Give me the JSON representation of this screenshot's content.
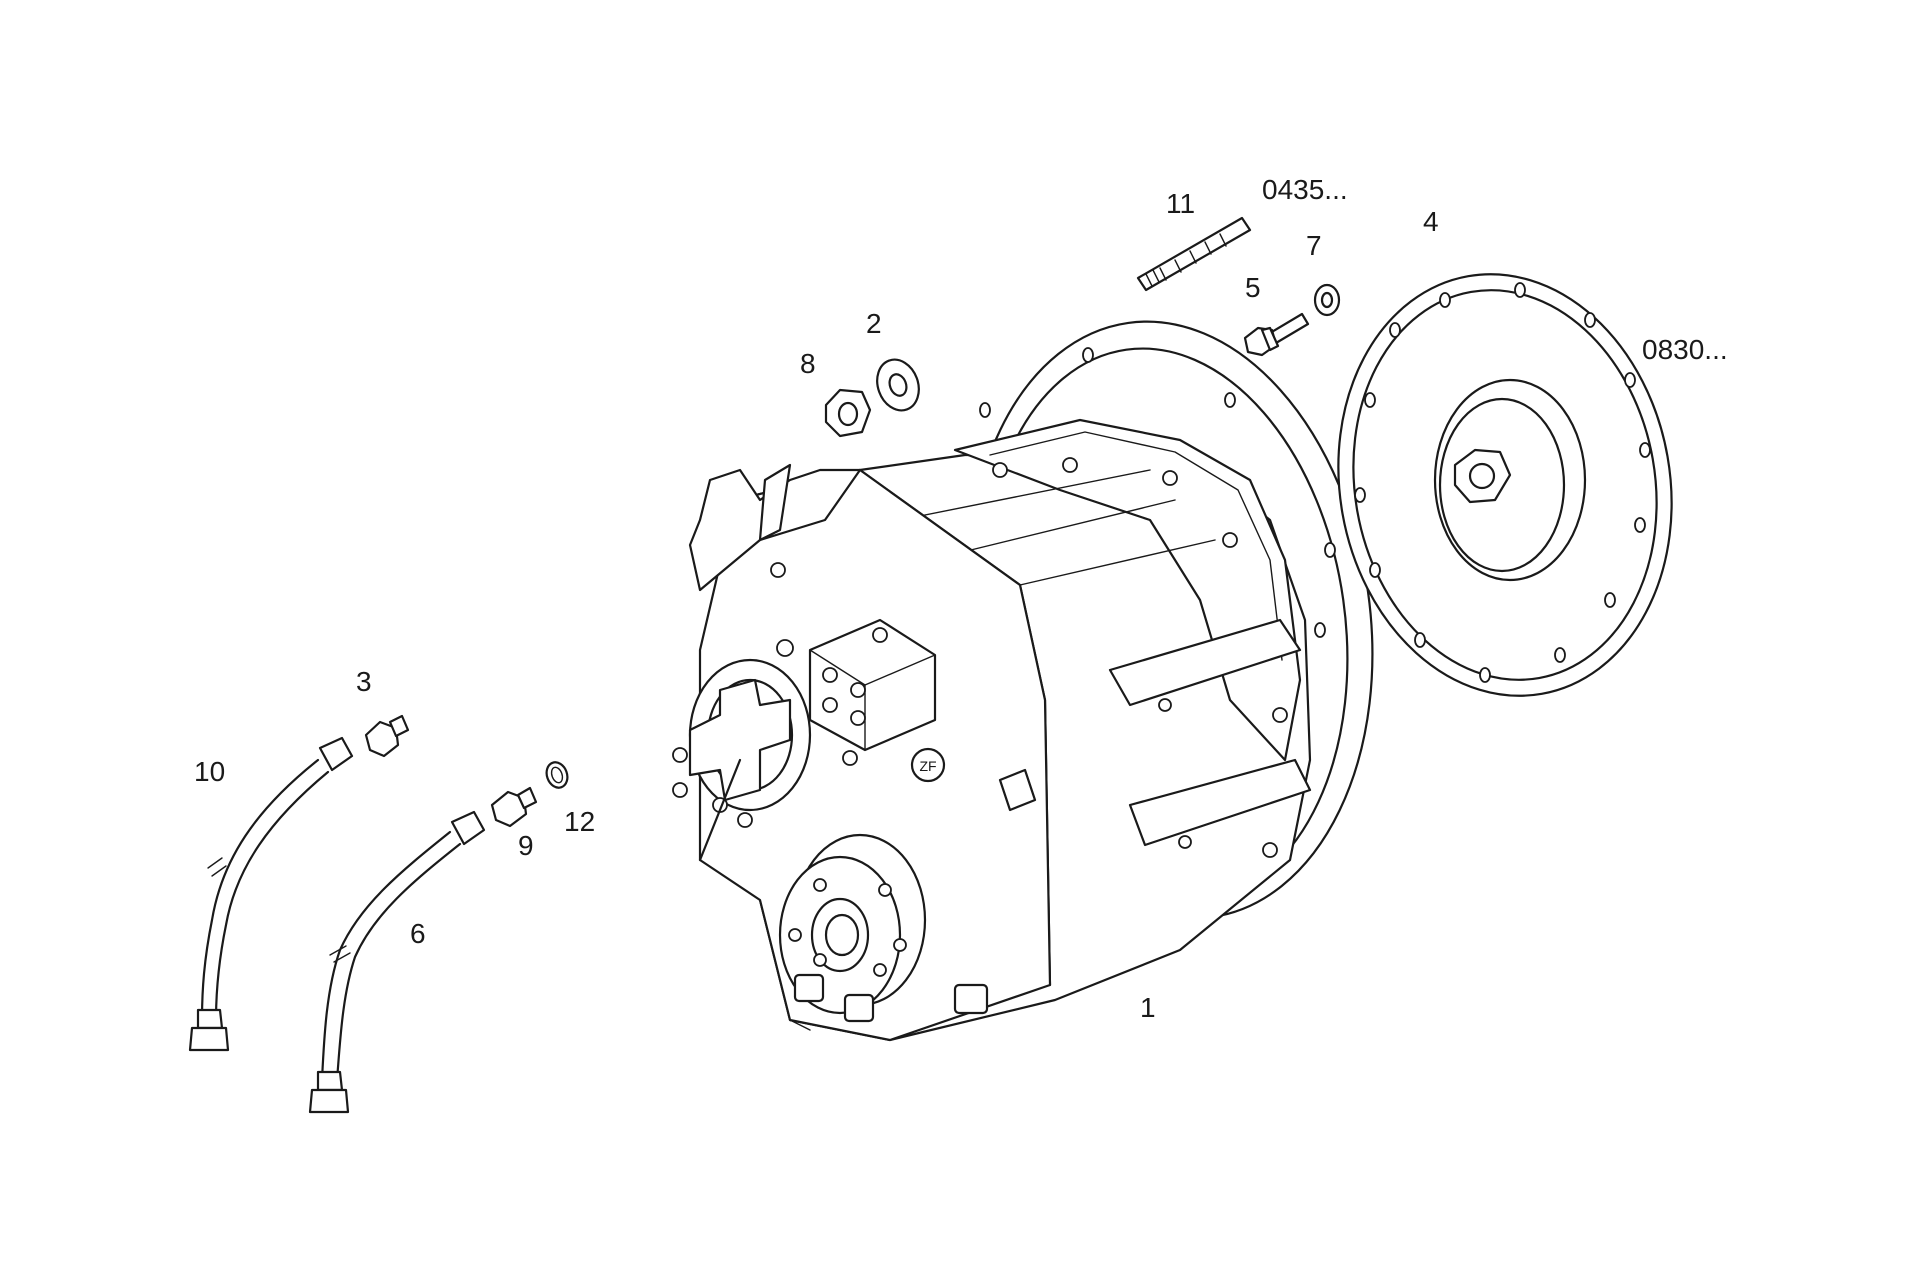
{
  "callouts": [
    {
      "id": "1",
      "text": "1"
    },
    {
      "id": "2",
      "text": "2"
    },
    {
      "id": "3",
      "text": "3"
    },
    {
      "id": "4",
      "text": "4"
    },
    {
      "id": "5",
      "text": "5"
    },
    {
      "id": "6",
      "text": "6"
    },
    {
      "id": "7",
      "text": "7"
    },
    {
      "id": "8",
      "text": "8"
    },
    {
      "id": "9",
      "text": "9"
    },
    {
      "id": "10",
      "text": "10"
    },
    {
      "id": "11",
      "text": "11"
    },
    {
      "id": "12",
      "text": "12"
    }
  ],
  "references": [
    {
      "id": "ref-0435",
      "text": "0435..."
    },
    {
      "id": "ref-0830",
      "text": "0830..."
    }
  ],
  "housing_logo": "ZF"
}
